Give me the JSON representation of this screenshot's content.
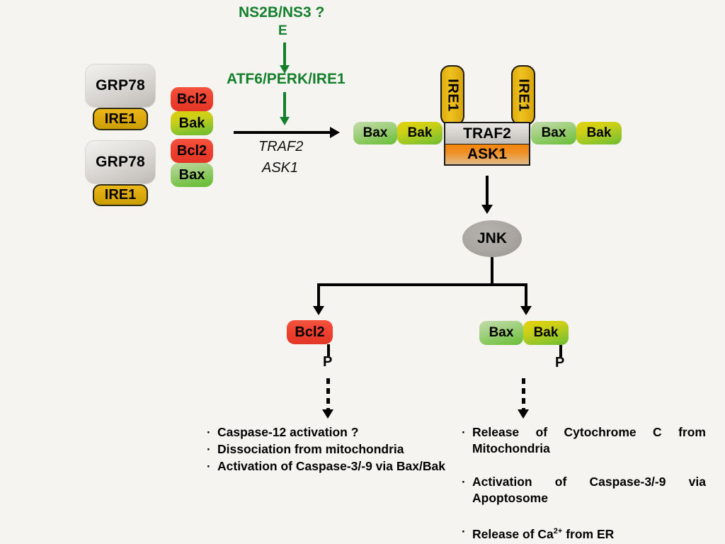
{
  "background_color": "#f5f4f1",
  "top_stimulus": {
    "protease_label": "NS2B/NS3 ?",
    "envelope_label": "E",
    "sensors_label": "ATF6/PERK/IRE1",
    "accent_color": "#14802c"
  },
  "er_complexes": {
    "upper": {
      "chaperone": "GRP78",
      "sensor": "IRE1"
    },
    "lower": {
      "chaperone": "GRP78",
      "sensor": "IRE1"
    }
  },
  "bcl2_pairs": [
    {
      "top": "Bcl2",
      "bottom": "Bak"
    },
    {
      "top": "Bcl2",
      "bottom": "Bax"
    }
  ],
  "transition_arrow": {
    "line1": "TRAF2",
    "line2": "ASK1"
  },
  "signalosome": {
    "sensor_left": "IRE1",
    "sensor_right": "IRE1",
    "adaptor": "TRAF2",
    "kinase": "ASK1",
    "flank_left": [
      "Bax",
      "Bak"
    ],
    "flank_right": [
      "Bax",
      "Bak"
    ]
  },
  "jnk": {
    "label": "JNK"
  },
  "effectors": {
    "left": {
      "box": "Bcl2",
      "phospho": "P",
      "outcomes": [
        "Caspase-12 activation ?",
        "Dissociation from mitochondria",
        "Activation of Caspase-3/-9 via Bax/Bak"
      ]
    },
    "right": {
      "boxes": [
        "Bax",
        "Bak"
      ],
      "phospho": "P",
      "outcomes": [
        "Release of Cytochrome C from Mitochondria",
        "Activation of Caspase-3/-9 via Apoptosome",
        "Release of Ca2+ from ER"
      ]
    }
  },
  "bullet_glyph": "·",
  "colors": {
    "bcl2": "#ef4130",
    "bax": "#73c243",
    "bak": "#c9cf18",
    "ire1": "#dfa90c",
    "ask1": "#f5850b",
    "traf2": "#d6d3cf",
    "jnk": "#a9a6a1",
    "green_text": "#14802c"
  }
}
